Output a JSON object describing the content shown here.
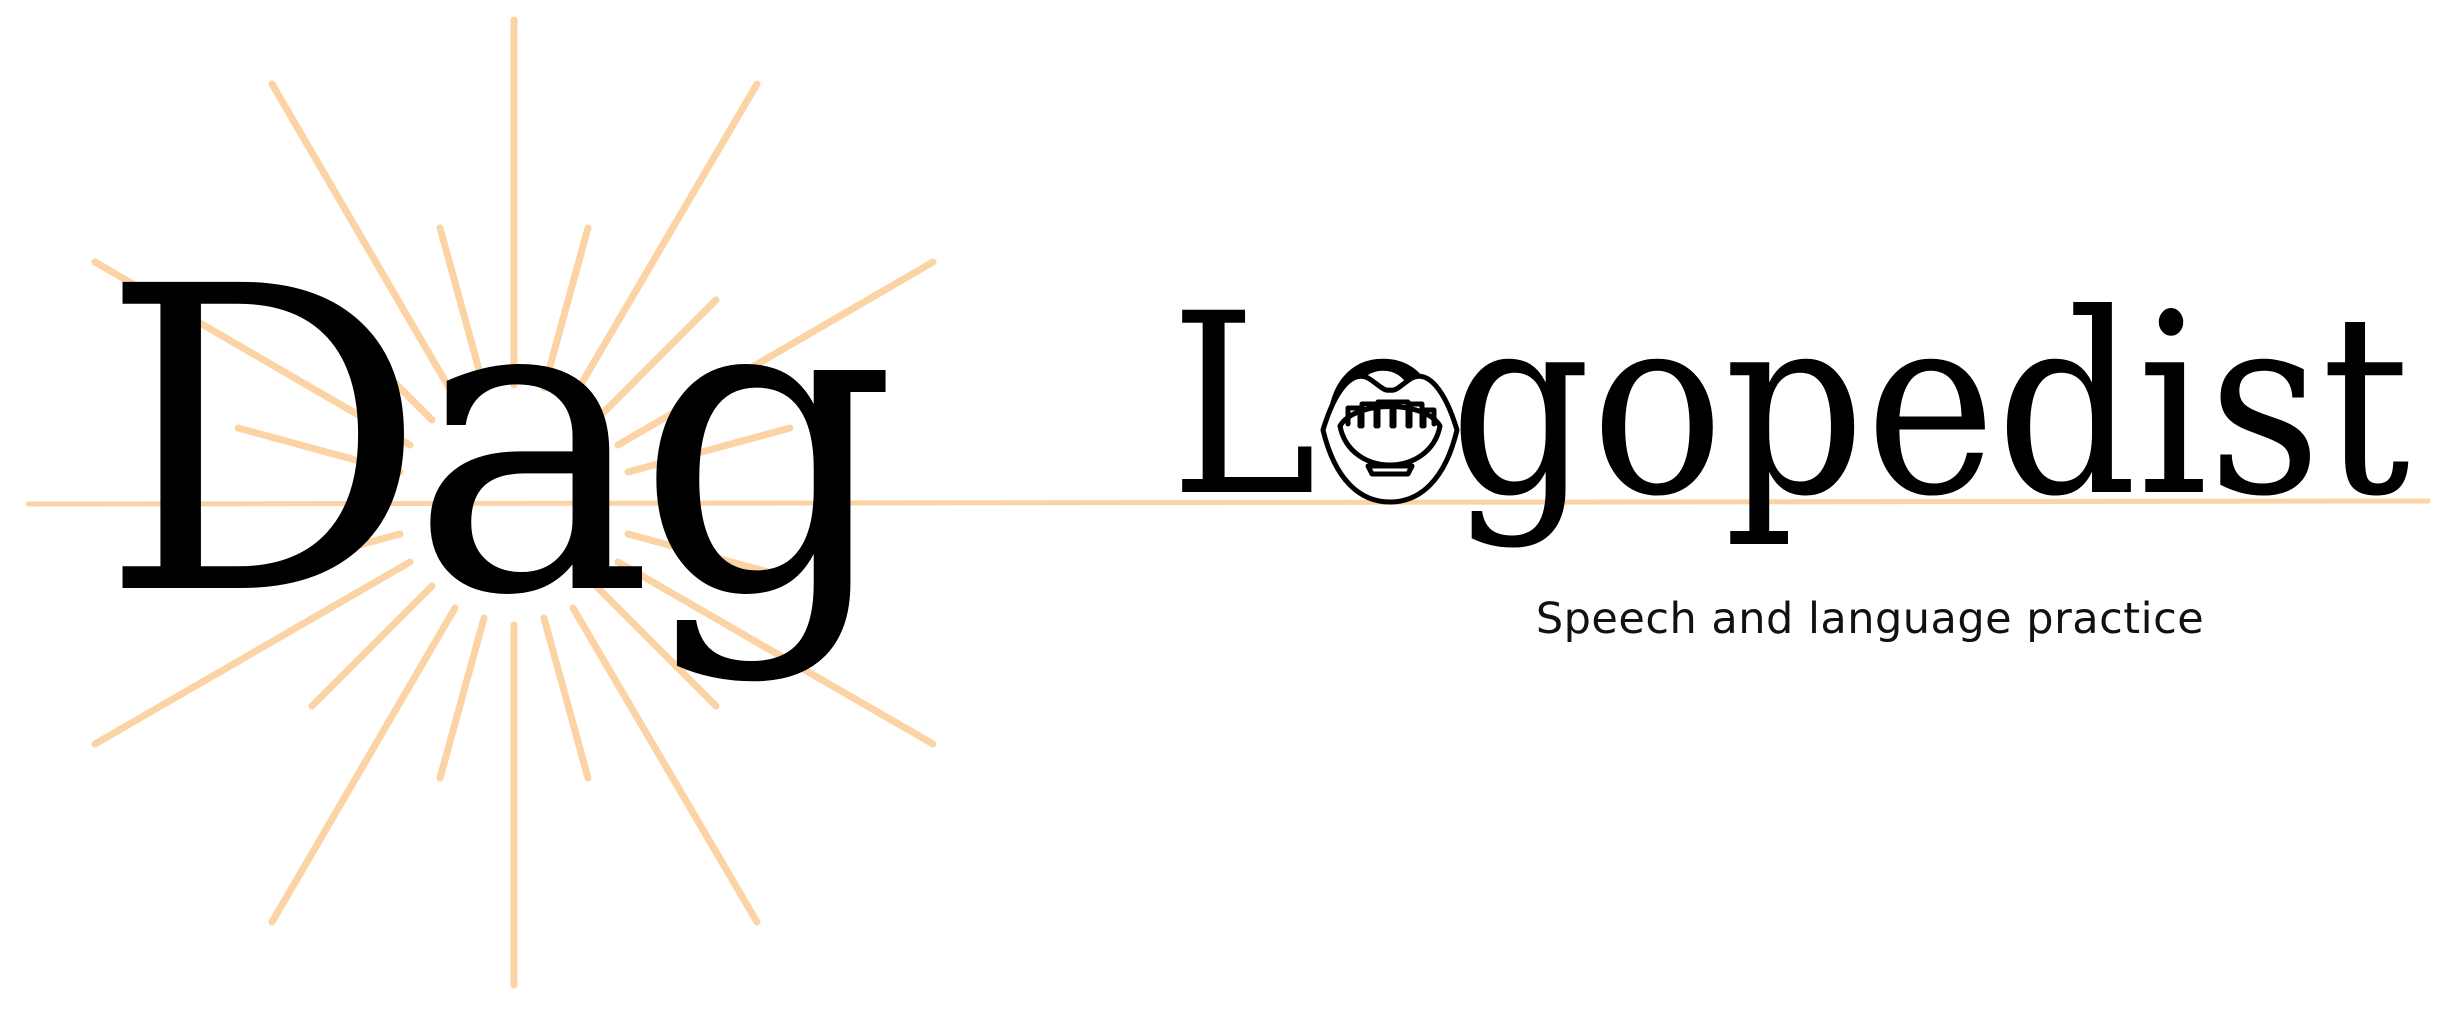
{
  "logo": {
    "monogram_text": "Dag",
    "wordmark_text": "Logopedist",
    "tagline": "Speech and language practice",
    "mouth_icon": "open-mouth-icon",
    "burst_icon": "sunburst-icon"
  },
  "colors": {
    "ink": "#000000",
    "accent": "#FBD3A5",
    "background": "#FFFFFF"
  }
}
